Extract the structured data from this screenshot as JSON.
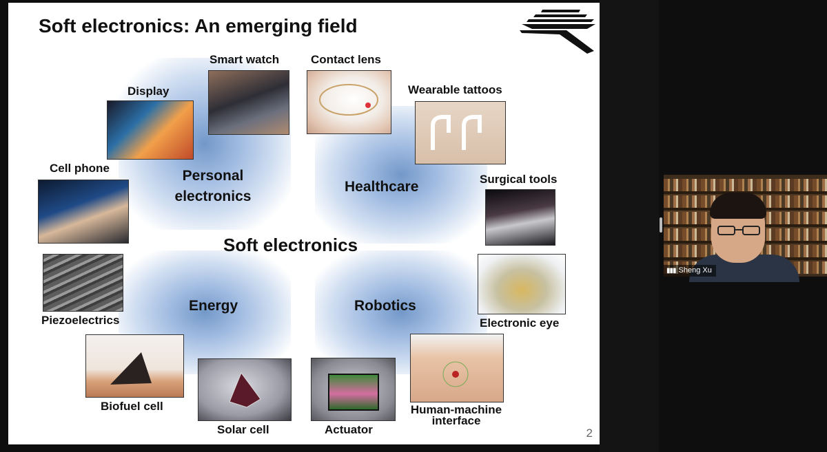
{
  "slide": {
    "title": "Soft electronics: An emerging field",
    "center_title": "Soft electronics",
    "page_number": "2",
    "quadrants": {
      "personal": "Personal electronics",
      "healthcare": "Healthcare",
      "energy": "Energy",
      "robotics": "Robotics"
    },
    "items": {
      "display": "Display",
      "smart_watch": "Smart watch",
      "contact_lens": "Contact lens",
      "wearable_tattoos": "Wearable tattoos",
      "cell_phone": "Cell phone",
      "surgical_tools": "Surgical tools",
      "piezoelectrics": "Piezoelectrics",
      "electronic_eye": "Electronic eye",
      "biofuel_cell": "Biofuel cell",
      "solar_cell": "Solar cell",
      "actuator": "Actuator",
      "human_machine_interface": "Human-machine interface"
    }
  },
  "participant": {
    "name": "Sheng Xu"
  }
}
